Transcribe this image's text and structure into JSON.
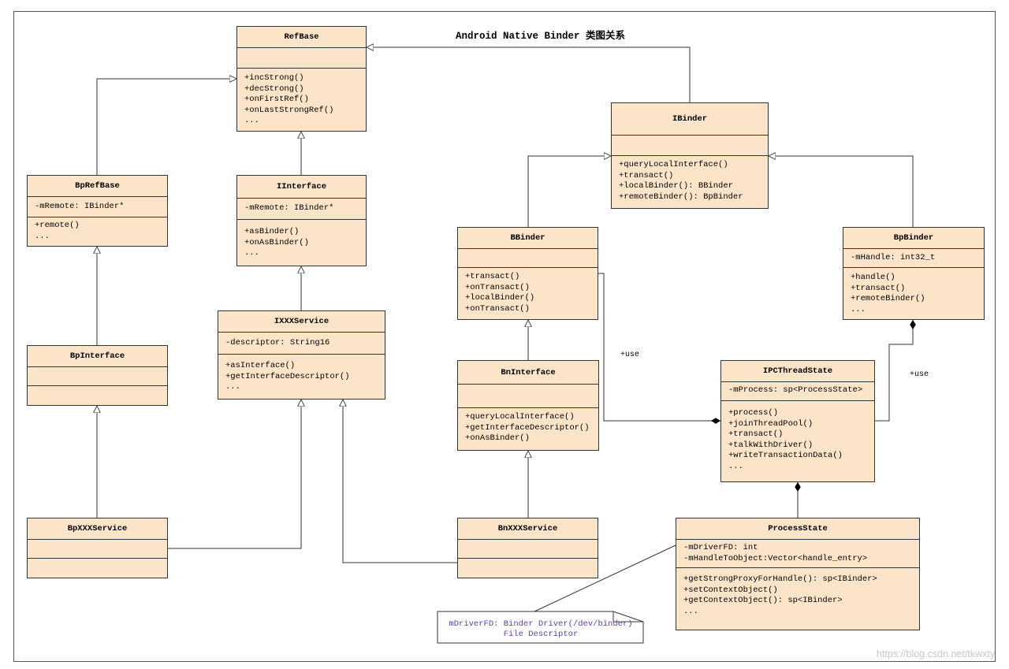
{
  "title": "Android Native Binder 类图关系",
  "watermark": "https://blog.csdn.net/tkwxty",
  "classes": {
    "refbase": {
      "name": "RefBase",
      "fields": [],
      "methods": [
        "+incStrong()",
        "+decStrong()",
        "+onFirstRef()",
        "+onLastStrongRef()",
        "..."
      ]
    },
    "ibinder": {
      "name": "IBinder",
      "fields": [],
      "methods": [
        "+queryLocalInterface()",
        "+transact()",
        "+localBinder(): BBinder",
        "+remoteBinder(): BpBinder"
      ]
    },
    "bprefbase": {
      "name": "BpRefBase",
      "fields": [
        "-mRemote: IBinder*"
      ],
      "methods": [
        "+remote()",
        "..."
      ]
    },
    "iinterface": {
      "name": "IInterface",
      "fields": [
        "-mRemote: IBinder*"
      ],
      "methods": [
        "+asBinder()",
        "+onAsBinder()",
        "..."
      ]
    },
    "bbinder": {
      "name": "BBinder",
      "fields": [],
      "methods": [
        "+transact()",
        "+onTransact()",
        "+localBinder()",
        "+onTransact()"
      ]
    },
    "bpbinder": {
      "name": "BpBinder",
      "fields": [
        "-mHandle: int32_t"
      ],
      "methods": [
        "+handle()",
        "+transact()",
        "+remoteBinder()",
        "..."
      ]
    },
    "ixxxservice": {
      "name": "IXXXService",
      "fields": [
        "-descriptor: String16"
      ],
      "methods": [
        "+asInterface()",
        "+getInterfaceDescriptor()",
        "..."
      ]
    },
    "bpinterface": {
      "name": "BpInterface",
      "fields": [],
      "methods": []
    },
    "bninterface": {
      "name": "BnInterface",
      "fields": [],
      "methods": [
        "+queryLocalInterface()",
        "+getInterfaceDescriptor()",
        "+onAsBinder()"
      ]
    },
    "ipcthreadstate": {
      "name": "IPCThreadState",
      "fields": [
        "-mProcess: sp<ProcessState>"
      ],
      "methods": [
        "+process()",
        "+joinThreadPool()",
        "+transact()",
        "+talkWithDriver()",
        "+writeTransactionData()",
        "..."
      ]
    },
    "bpxxxservice": {
      "name": "BpXXXService",
      "fields": [],
      "methods": []
    },
    "bnxxxservice": {
      "name": "BnXXXService",
      "fields": [],
      "methods": []
    },
    "processstate": {
      "name": "ProcessState",
      "fields": [
        "-mDriverFD: int",
        "-mHandleToObject:Vector<handle_entry>"
      ],
      "methods": [
        "+getStrongProxyForHandle(): sp<IBinder>",
        "+setContextObject()",
        "+getContextObject(): sp<IBinder>",
        "..."
      ]
    }
  },
  "labels": {
    "use1": "+use",
    "use2": "+use"
  },
  "note": {
    "line1": "mDriverFD: Binder Driver(/dev/binder)",
    "line2": "File Descriptor"
  },
  "colors": {
    "class_fill": "#fce4c9",
    "note_text": "#5a3fb0"
  }
}
